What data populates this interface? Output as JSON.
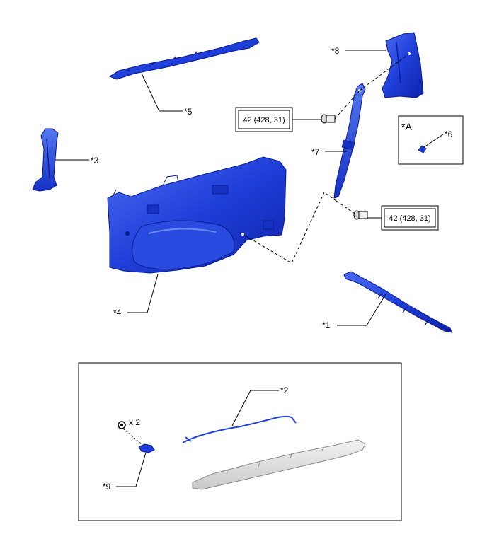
{
  "colors": {
    "part": "#1f3fd9",
    "part_dark": "#0d1f9a",
    "part_light": "#5a7cf0",
    "gray_part": "#e4e4e4",
    "gray_edge": "#8a8a8a",
    "leader": "#000000"
  },
  "callouts": {
    "c1": "*1",
    "c2": "*2",
    "c3": "*3",
    "c4": "*4",
    "c5": "*5",
    "c6": "*6",
    "c7": "*7",
    "c8": "*8",
    "c9": "*9",
    "view_a": "*A"
  },
  "torque": {
    "upper": "42 (428, 31)",
    "lower": "42 (428, 31)"
  },
  "quantity": "x 2"
}
